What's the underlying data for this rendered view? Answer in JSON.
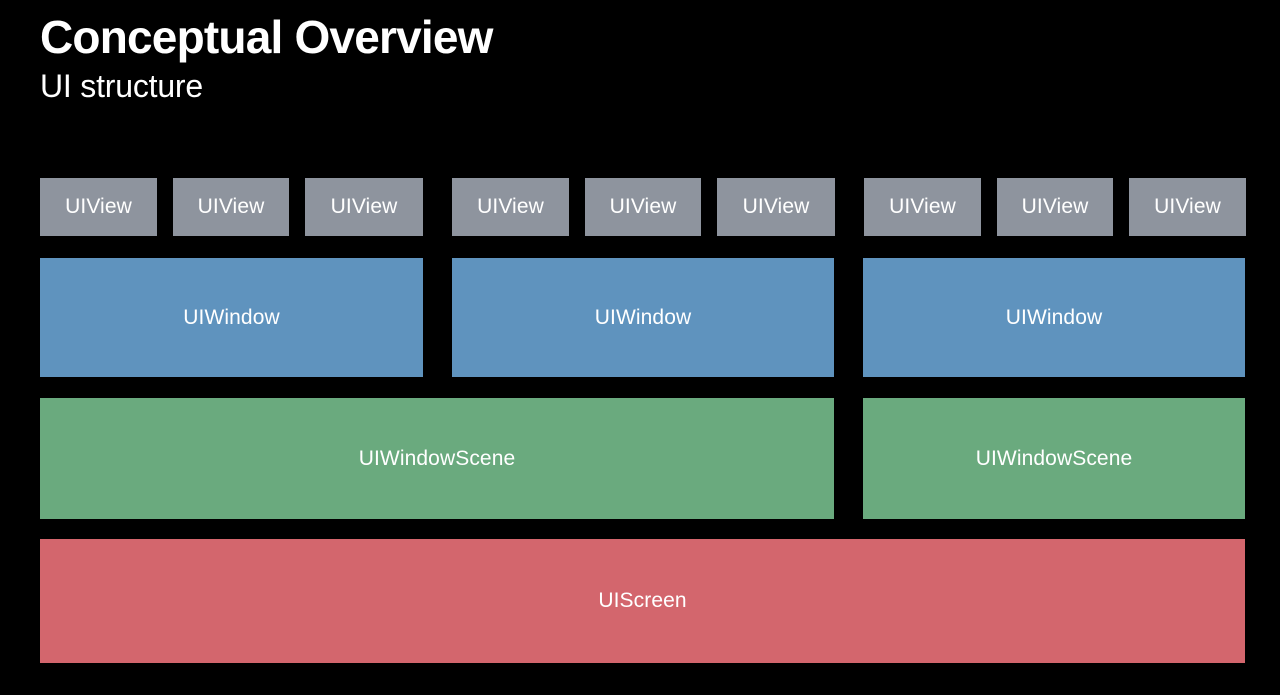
{
  "header": {
    "title": "Conceptual Overview",
    "subtitle": "UI structure"
  },
  "colors": {
    "background": "#000000",
    "text": "#ffffff",
    "uiview": "#8E949E",
    "uiwindow": "#5F93BE",
    "uiwindowscene": "#6AAA7E",
    "uiscreen": "#D3666D"
  },
  "diagram": {
    "rows": [
      {
        "layer": "UIView",
        "nodes": [
          {
            "label": "UIView"
          },
          {
            "label": "UIView"
          },
          {
            "label": "UIView"
          },
          {
            "label": "UIView"
          },
          {
            "label": "UIView"
          },
          {
            "label": "UIView"
          },
          {
            "label": "UIView"
          },
          {
            "label": "UIView"
          },
          {
            "label": "UIView"
          }
        ]
      },
      {
        "layer": "UIWindow",
        "nodes": [
          {
            "label": "UIWindow"
          },
          {
            "label": "UIWindow"
          },
          {
            "label": "UIWindow"
          }
        ]
      },
      {
        "layer": "UIWindowScene",
        "nodes": [
          {
            "label": "UIWindowScene"
          },
          {
            "label": "UIWindowScene"
          }
        ]
      },
      {
        "layer": "UIScreen",
        "nodes": [
          {
            "label": "UIScreen"
          }
        ]
      }
    ]
  }
}
